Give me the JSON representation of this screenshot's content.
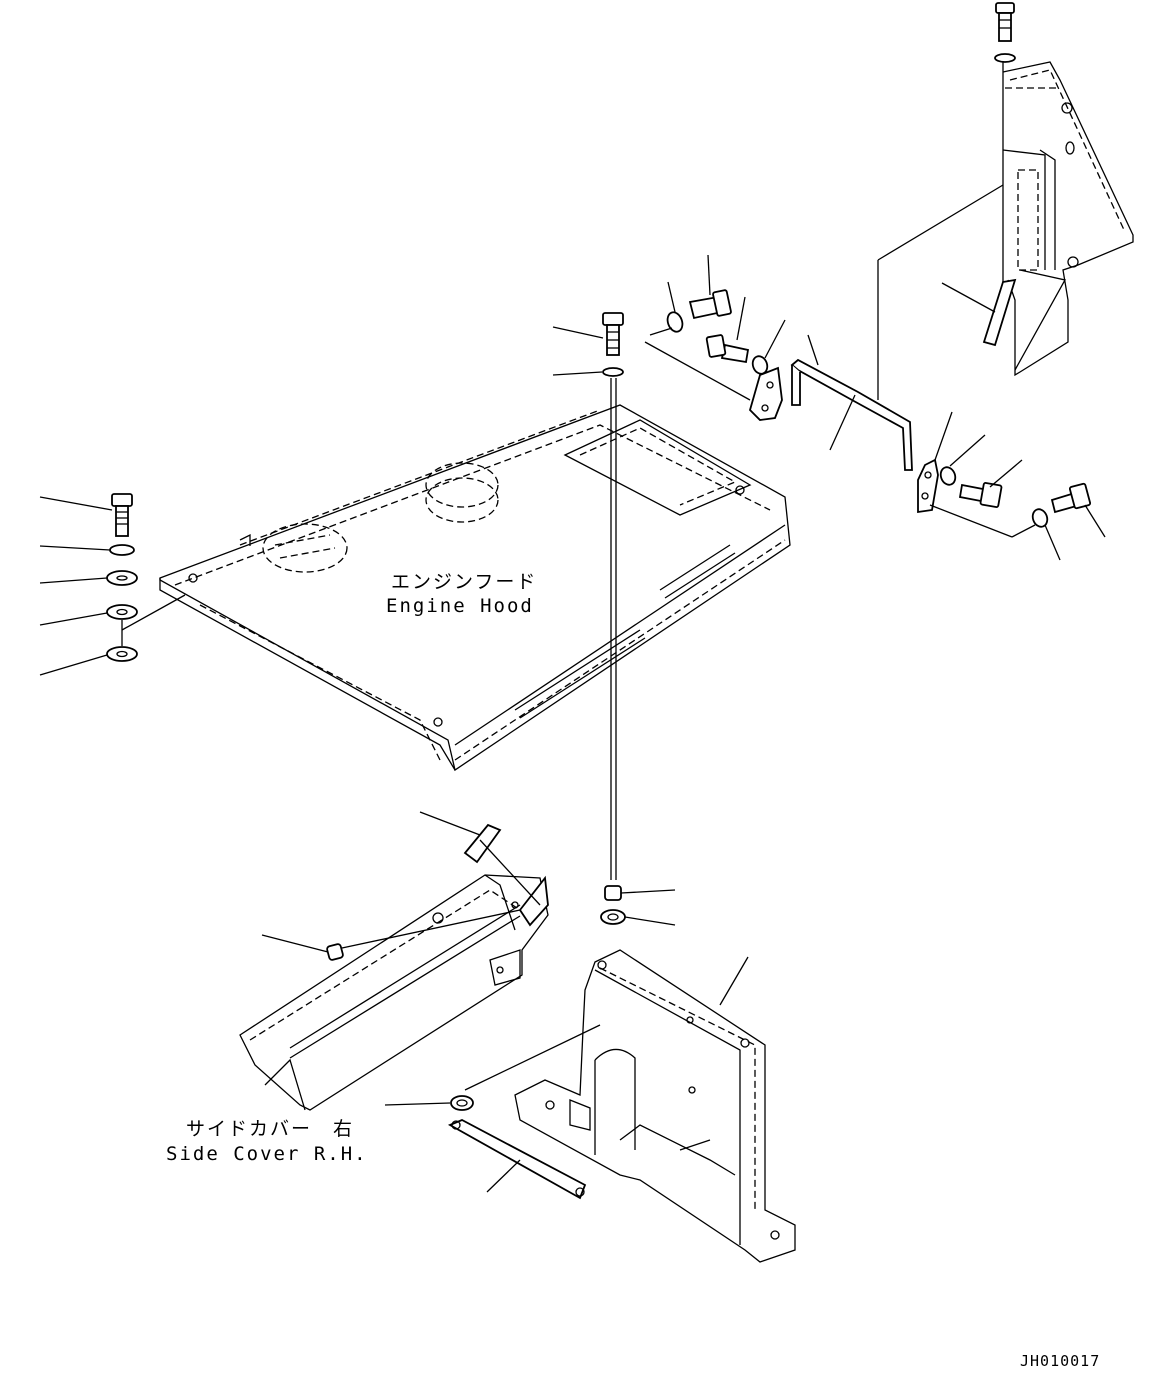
{
  "labels": {
    "engine_hood_jp": "エンジンフード",
    "engine_hood_en": "Engine Hood",
    "side_cover_jp": "サイドカバー　右",
    "side_cover_en": "Side Cover R.H."
  },
  "drawing_code": "JH010017"
}
